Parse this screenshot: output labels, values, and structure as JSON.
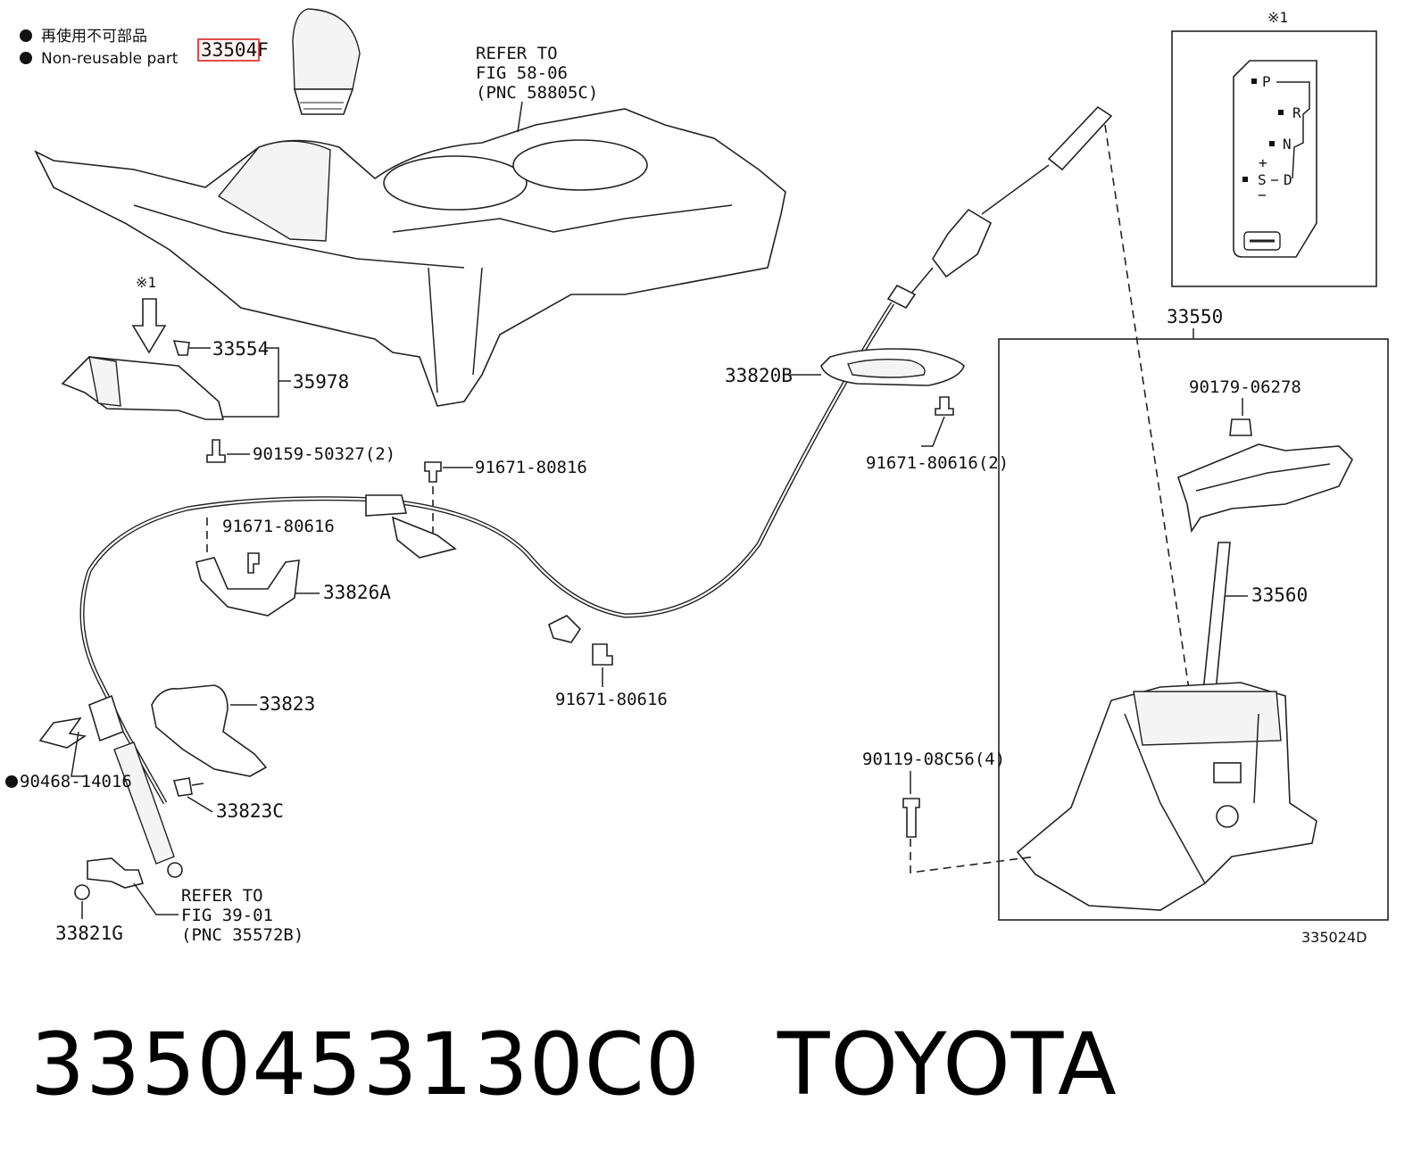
{
  "legend": {
    "label_jp": "再使用不可部品",
    "label_en": "Non-reusable part"
  },
  "note_mark": "※1",
  "highlighted_part": "33504F",
  "refer_notes": [
    {
      "line1": "REFER TO",
      "line2": "FIG 58-06",
      "line3": "(PNC 58805C)"
    },
    {
      "line1": "REFER TO",
      "line2": "FIG 39-01",
      "line3": "(PNC 35572B)"
    }
  ],
  "parts": {
    "p33554": "33554",
    "p35978": "35978",
    "p90159": "90159-50327(2)",
    "p91671_a": "91671-80816",
    "p91671_b": "91671-80616",
    "p33826A": "33826A",
    "p33820B": "33820B",
    "p91671_c": "91671-80616(2)",
    "p91671_d": "91671-80616",
    "p33823": "33823",
    "p90468": "90468-14016",
    "p33823C": "33823C",
    "p33821G": "33821G",
    "p33550": "33550",
    "p90179": "90179-06278",
    "p33560": "33560",
    "p90119": "90119-08C56(4)"
  },
  "shift_gate": {
    "P": "P",
    "R": "R",
    "N": "N",
    "D": "D",
    "S": "S",
    "plus": "+",
    "minus": "−"
  },
  "figure_code": "335024D",
  "footer": {
    "part_number": "3350453130C0",
    "brand": "TOYOTA"
  }
}
